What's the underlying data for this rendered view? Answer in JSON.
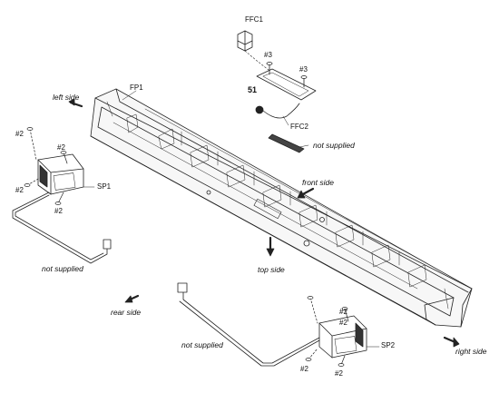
{
  "labels": {
    "ffc1": "FFC1",
    "screw3a": "#3",
    "screw3b": "#3",
    "part51": "51",
    "fp1": "FP1",
    "left_side": "left side",
    "ffc2": "FFC2",
    "not_supplied_top": "not supplied",
    "screw2_top": "#2",
    "screw2_sp1a": "#2",
    "screw2_sp1b": "#2",
    "screw2_sp1c": "#2",
    "sp1": "SP1",
    "front_side": "front side",
    "not_supplied_left": "not supplied",
    "top_side": "top side",
    "rear_side": "rear side",
    "screw2_sp2a": "#2",
    "screw2_sp2b": "#2",
    "screw2_sp2c": "#2",
    "screw2_sp2d": "#2",
    "sp2": "SP2",
    "not_supplied_bottom": "not supplied",
    "right_side": "right side"
  }
}
